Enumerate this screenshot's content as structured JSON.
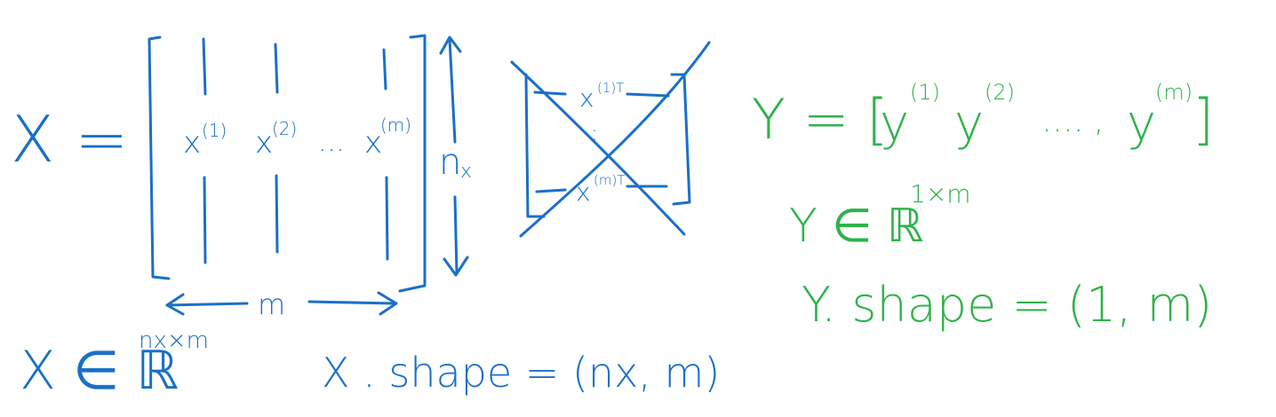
{
  "colors": {
    "blue_ink": "#1a6fc9",
    "green_ink": "#2fb24a",
    "background": "#ffffff"
  },
  "matrix_X": {
    "lhs": "X =",
    "col1": {
      "base": "x",
      "sup": "(1)"
    },
    "col2": {
      "base": "x",
      "sup": "(2)"
    },
    "dots": "…",
    "colm": {
      "base": "x",
      "sup": "(m)"
    },
    "rows_label": {
      "base": "n",
      "sub": "x"
    },
    "cols_label": "m"
  },
  "crossed_box": {
    "row_first": {
      "base": "x",
      "sup": "(1)T"
    },
    "row_dots": ":",
    "row_last": {
      "base": "x",
      "sup": "(m)T"
    }
  },
  "x_space": {
    "prefix": "X ∈ ℝ",
    "sup": "nx×m"
  },
  "x_shape": "X . shape = (nx, m)",
  "y_def": {
    "prefix": "Y = [",
    "y1": {
      "base": "y",
      "sup": "(1)"
    },
    "y2": {
      "base": "y",
      "sup": "(2)"
    },
    "dots": "…. ,",
    "ym": {
      "base": "y",
      "sup": "(m)"
    },
    "close": "]"
  },
  "y_space": {
    "prefix": "Y ∈ ℝ",
    "sup": "1×m"
  },
  "y_shape": "Y. shape = (1, m)"
}
